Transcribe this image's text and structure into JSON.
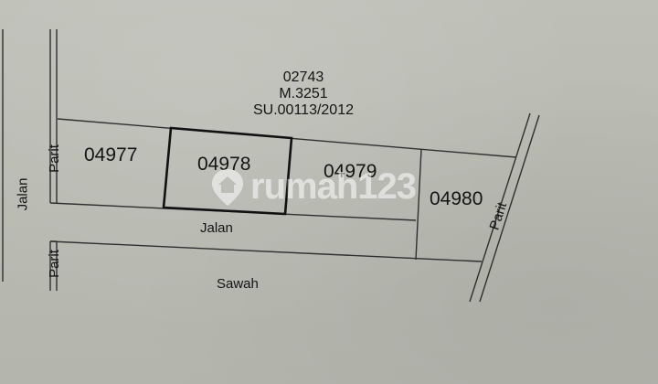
{
  "document": {
    "type": "land parcel sketch map",
    "certificate": {
      "parent_parcel": "02743",
      "m_number": "M.3251",
      "su_number": "SU.00113/2012"
    },
    "parcels": [
      {
        "id": "04977",
        "highlighted": false
      },
      {
        "id": "04978",
        "highlighted": true
      },
      {
        "id": "04979",
        "highlighted": false
      },
      {
        "id": "04980",
        "highlighted": false
      }
    ],
    "labels": {
      "road_vertical": "Jalan",
      "road_horizontal": "Jalan",
      "ditch_left_upper": "Parit",
      "ditch_left_lower": "Parit",
      "ditch_right": "Parit",
      "rice_field": "Sawah"
    }
  },
  "watermark": {
    "text": "rumah123",
    "icon": "house-pin-icon"
  },
  "colors": {
    "paper": "#b9bbb3",
    "ink": "#141414",
    "line": "#2a2a2a",
    "watermark": "#ffffff"
  }
}
